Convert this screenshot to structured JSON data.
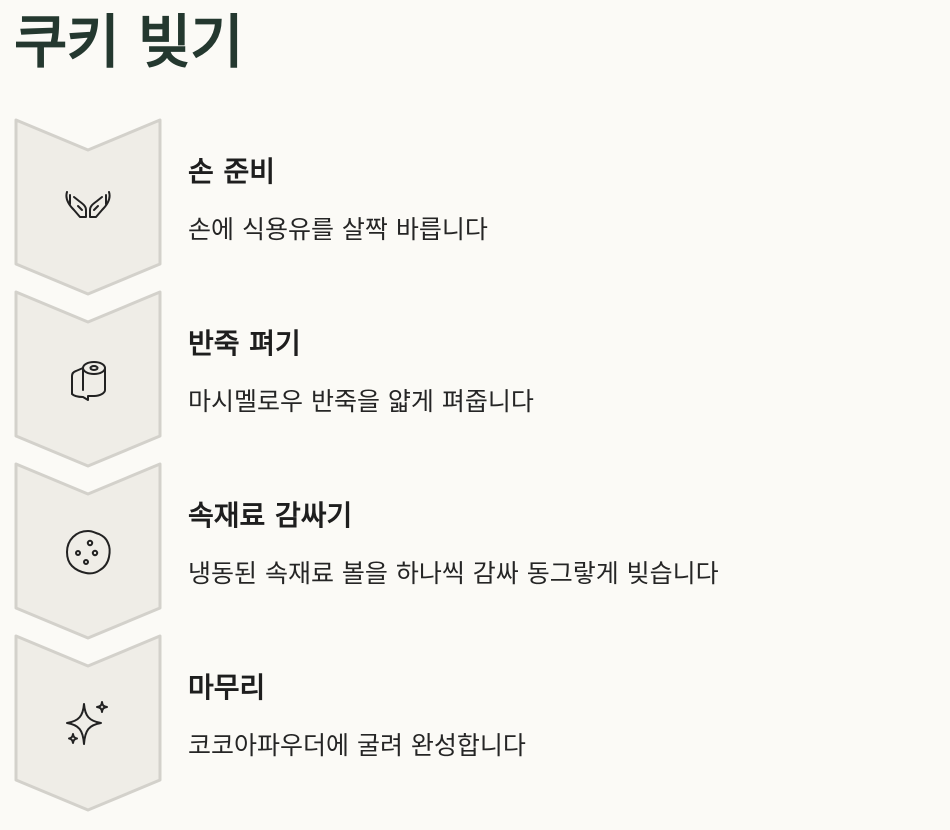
{
  "title": "쿠키 빚기",
  "colors": {
    "background": "#fbfaf6",
    "title": "#24382f",
    "chevron_fill": "#efede7",
    "chevron_stroke": "#d3d1cb",
    "icon_stroke": "#222222"
  },
  "steps": [
    {
      "icon": "hands-icon",
      "title": "손 준비",
      "description": "손에 식용유를 살짝 바릅니다"
    },
    {
      "icon": "paper-roll-icon",
      "title": "반죽 펴기",
      "description": "마시멜로우 반죽을 얇게 펴줍니다"
    },
    {
      "icon": "cookie-icon",
      "title": "속재료 감싸기",
      "description": "냉동된 속재료 볼을 하나씩 감싸 동그랗게 빚습니다"
    },
    {
      "icon": "sparkle-icon",
      "title": "마무리",
      "description": "코코아파우더에 굴려 완성합니다"
    }
  ]
}
